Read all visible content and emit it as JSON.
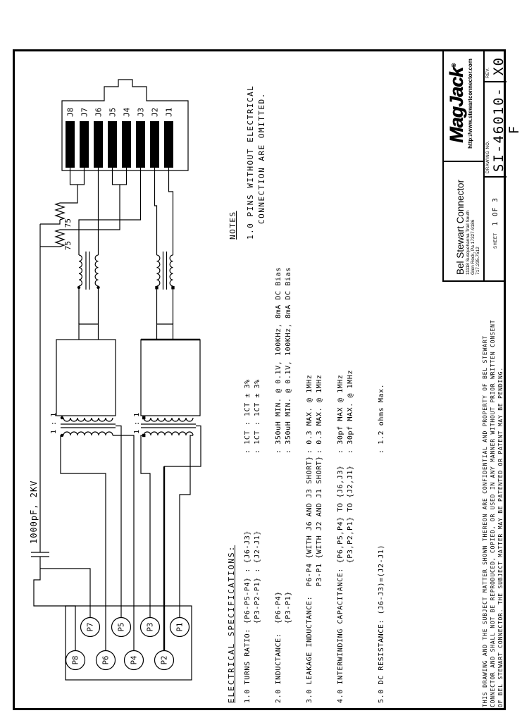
{
  "colors": {
    "ink": "#000000",
    "paper": "#ffffff"
  },
  "title_block": {
    "company": {
      "name": "Bel Stewart Connector",
      "address1": "11118 Susquehanna Trail South",
      "address2": "Glen Rock, Pa 17327-9186",
      "phone": "717.235.7512"
    },
    "logo": {
      "text": "MagJack",
      "reg": "®",
      "url": "http://www.stewartconnector.com"
    },
    "sheet": {
      "label": "SHEET",
      "value": "1 OF 3"
    },
    "drawing_no": {
      "label": "DRAWING NO.",
      "value": "SI-46010-F"
    },
    "rev": {
      "label": "REV.",
      "value": "X0"
    }
  },
  "disclaimer": {
    "line1": "THIS DRAWING AND THE SUBJECT MATTER SHOWN THEREON ARE CONFIDENTIAL AND PROPERTY OF BEL STEWART",
    "line2": "CONNECTOR AND SHALL NOT BE REPRODUCED, COPIED, OR USED IN ANY MANNER WITHOUT PRIOR WRITTEN CONSENT",
    "line3": "OF BEL STEWART CONNECTOR. THE SUBJECT MATTER MAY BE PATENTED OR PATENT MAY BE PENDING."
  },
  "notes": {
    "heading": "NOTES",
    "line1": "1.0 PINS WITHOUT ELECTRICAL",
    "line2": "CONNECTION ARE OMITTED."
  },
  "specs": {
    "heading": "ELECTRICAL SPECIFICATIONS:",
    "lines": [
      {
        "label": "1.0 TURNS RATIO: {P6-P5-P4} : {J6-J3}",
        "value": ": 1CT : 1CT ± 3%"
      },
      {
        "label": "                 {P3-P2-P1} : {J2-J1}",
        "value": ": 1CT : 1CT ± 3%"
      },
      {
        "label": "2.0 INDUCTANCE:  {P6-P4}",
        "value": ": 350uH MIN. @ 0.1V, 100KHz, 8mA DC Bias"
      },
      {
        "label": "                 {P3-P1}",
        "value": ": 350uH MIN. @ 0.1V, 100KHz, 8mA DC Bias"
      },
      {
        "label": "3.0 LEAKAGE INDUCTANCE:  P6-P4 {WITH J6 AND J3 SHORT}",
        "value": ": 0.3 MAX. @ 1MHz"
      },
      {
        "label": "                         P3-P1 {WITH J2 AND J1 SHORT}",
        "value": ": 0.3 MAX. @ 1MHz"
      },
      {
        "label": "4.0 INTERWINDING CAPACITANCE: {P6,P5,P4} TO {J6,J3}",
        "value": ": 30pf MAX @ 1MHz"
      },
      {
        "label": "                              {P3,P2,P1} TO {J2,J1}",
        "value": ": 30pf MAX. @ 1MHz"
      },
      {
        "label": "5.0 DC RESISTANCE: (J6-J3)=(J2-J1)",
        "value": ": 1.2 ohms Max."
      }
    ]
  },
  "schematic": {
    "jack_labels": [
      "J8",
      "J7",
      "J6",
      "J5",
      "J4",
      "J3",
      "J2",
      "J1"
    ],
    "plug_labels": [
      "P8",
      "P7",
      "P6",
      "P5",
      "P4",
      "P3",
      "P2",
      "P1"
    ],
    "resistor1": "75",
    "resistor2": "75",
    "capacitor": "1000pF, 2KV",
    "ratio_a": "1 : 1",
    "ratio_b": "1 : 1"
  }
}
